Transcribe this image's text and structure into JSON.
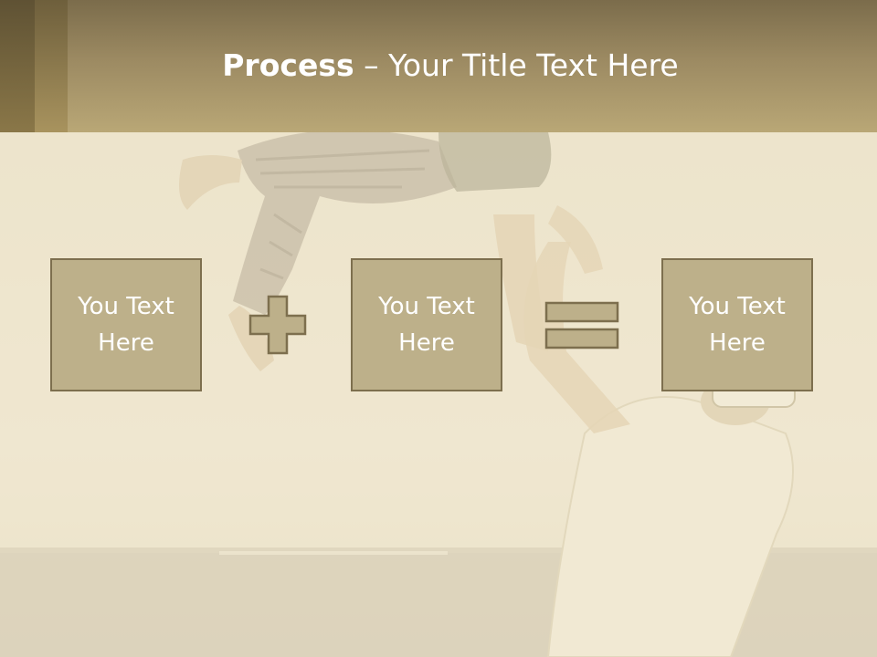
{
  "slide": {
    "title_bold": "Process",
    "title_rest": " – Your Title Text Here"
  },
  "process": {
    "items": [
      {
        "label": "You Text Here"
      },
      {
        "label": "You Text Here"
      },
      {
        "label": "You Text Here"
      }
    ],
    "operators": [
      "plus-icon",
      "equals-icon"
    ]
  },
  "colors": {
    "header": "#9c8a62",
    "box_fill": "#bdb08a",
    "box_border": "#7d6f4e",
    "operator_fill": "#bdb08a",
    "text": "#ffffff"
  }
}
